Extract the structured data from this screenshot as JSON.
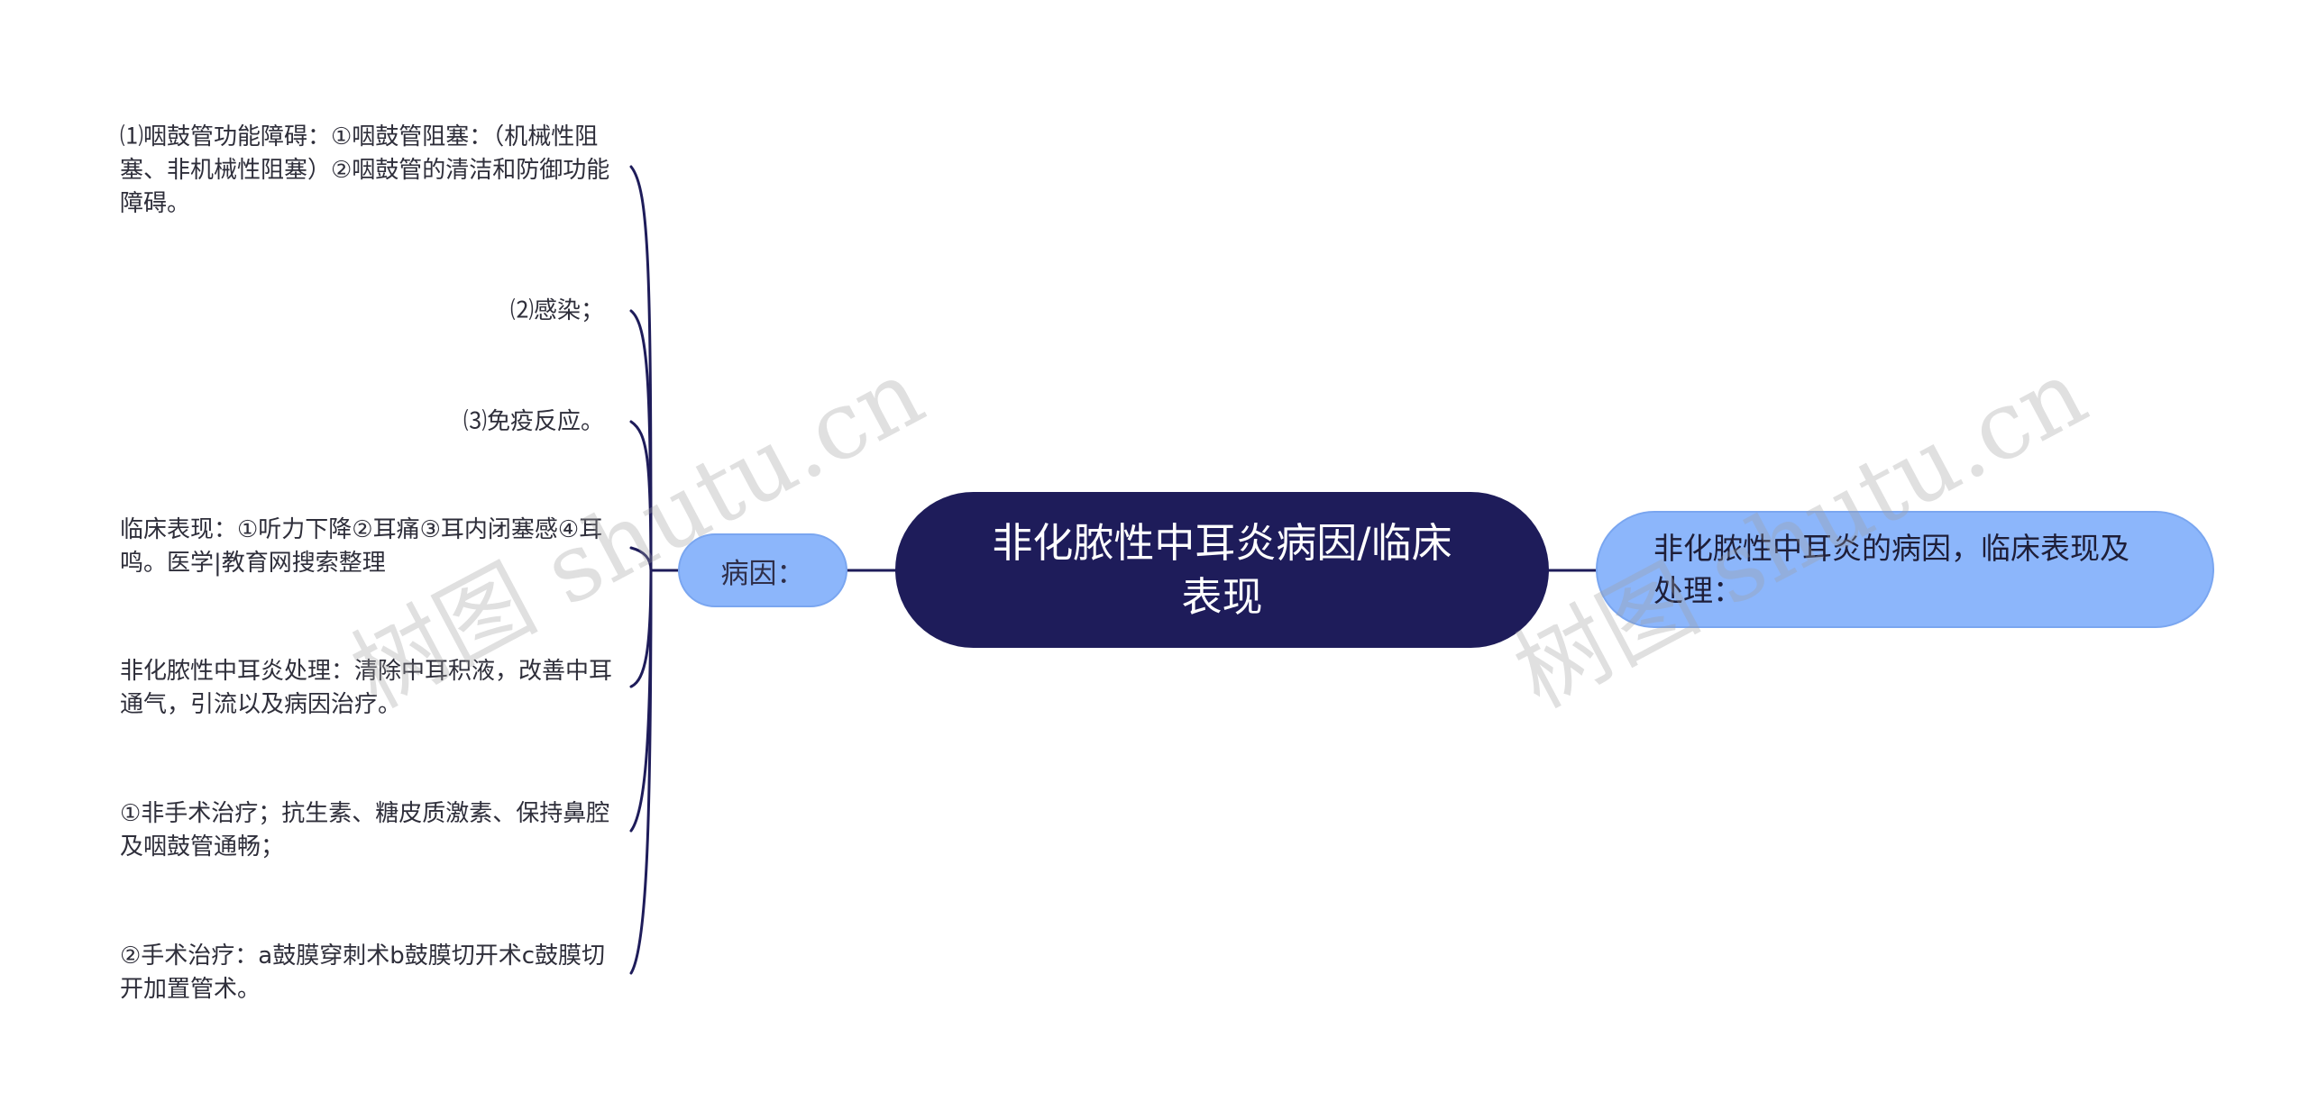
{
  "central_topic": "非化脓性中耳炎病因/临床表现",
  "left_branch": {
    "label": "病因："
  },
  "right_branch": {
    "label": "非化脓性中耳炎的病因，临床表现及处理："
  },
  "leaves": [
    "⑴咽鼓管功能障碍：①咽鼓管阻塞：（机械性阻塞、非机械性阻塞）②咽鼓管的清洁和防御功能障碍。",
    "⑵感染；",
    "⑶免疫反应。",
    "临床表现：①听力下降②耳痛③耳内闭塞感④耳鸣。医学|教育网搜索整理",
    "非化脓性中耳炎处理：清除中耳积液，改善中耳通气，引流以及病因治疗。",
    "①非手术治疗；抗生素、糖皮质激素、保持鼻腔及咽鼓管通畅；",
    "②手术治疗：a鼓膜穿刺术b鼓膜切开术c鼓膜切开加置管术。"
  ],
  "watermark": "树图 shutu.cn",
  "colors": {
    "central_fill": "#1e1c5a",
    "branch_fill": "#8cb6fb",
    "connector": "#1e1c5a"
  }
}
